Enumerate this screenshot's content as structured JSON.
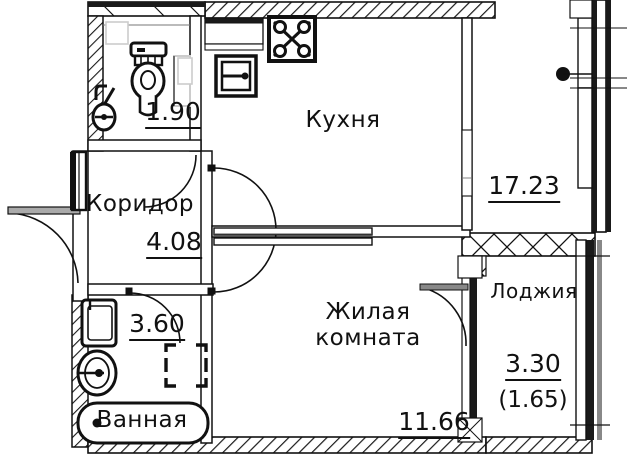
{
  "document": {
    "type": "apartment-floor-plan",
    "language": "ru",
    "unit": "m2"
  },
  "rooms": [
    {
      "id": "toilet",
      "name": "",
      "area": "1.90",
      "secondary_area": "",
      "fixtures": [
        "toilet",
        "small-sink"
      ]
    },
    {
      "id": "kitchen",
      "name": "Кухня",
      "area": "17.23",
      "secondary_area": "",
      "fixtures": [
        "cooktop",
        "kitchen-sink"
      ]
    },
    {
      "id": "corridor",
      "name": "Коридор",
      "area": "4.08",
      "secondary_area": "",
      "fixtures": []
    },
    {
      "id": "bathroom",
      "name": "Ванная",
      "area": "3.60",
      "secondary_area": "",
      "fixtures": [
        "bathtub",
        "sink",
        "washing-machine"
      ]
    },
    {
      "id": "living-room",
      "name": "Жилая\nкомната",
      "name_line1": "Жилая",
      "name_line2": "комната",
      "area": "11.66",
      "secondary_area": "",
      "fixtures": []
    },
    {
      "id": "loggia",
      "name": "Лоджия",
      "area": "3.30",
      "secondary_area": "(1.65)",
      "fixtures": []
    }
  ],
  "labels": {
    "toilet_area": "1.90",
    "kitchen_name": "Кухня",
    "kitchen_area": "17.23",
    "corridor_name": "Коридор",
    "corridor_area": "4.08",
    "bathroom_name": "Ванная",
    "bathroom_area": "3.60",
    "living_name_line1": "Жилая",
    "living_name_line2": "комната",
    "living_area": "11.66",
    "loggia_name": "Лоджия",
    "loggia_area": "3.30",
    "loggia_area_secondary": "(1.65)"
  },
  "colors": {
    "line": "#111111",
    "wall_fill": "#ffffff",
    "hatch": "#1a1a1a",
    "background": "#ffffff",
    "thin_line": "#555555"
  }
}
